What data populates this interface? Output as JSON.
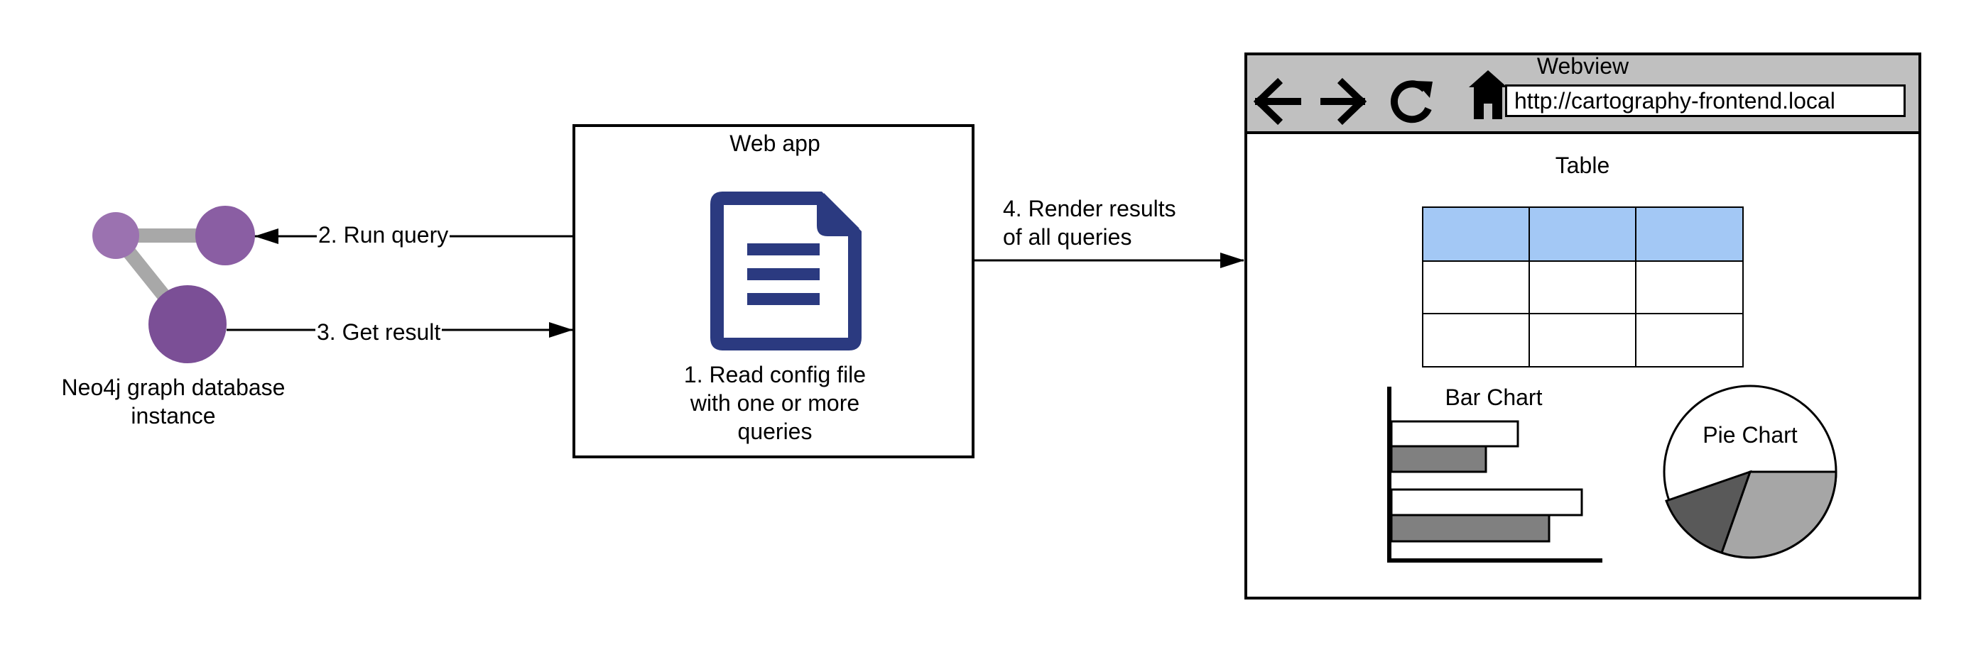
{
  "colors": {
    "neo4j_node_light": "#9b72b0",
    "neo4j_node_mid": "#8a5ea3",
    "neo4j_node_dark": "#7b4f96",
    "neo4j_edge": "#a8a8a8",
    "document_icon": "#2b3a80",
    "browser_toolbar": "#c0c0c0",
    "table_header": "#a3c8f5",
    "bar_dark": "#808080",
    "pie_dark": "#595959",
    "pie_light": "#a6a6a6"
  },
  "neo4j": {
    "label_line1": "Neo4j graph database",
    "label_line2": "instance",
    "icon": "graph-nodes-icon"
  },
  "arrows": {
    "run_query": "2. Run query",
    "get_result": "3. Get result",
    "render_line1": "4. Render results",
    "render_line2": "of all queries"
  },
  "webapp": {
    "title": "Web app",
    "icon": "document-icon",
    "caption_line1": "1. Read config file",
    "caption_line2": "with one or more",
    "caption_line3": "queries"
  },
  "webview": {
    "title": "Webview",
    "url": "http://cartography-frontend.local",
    "nav_icons": [
      "back-arrow-icon",
      "forward-arrow-icon",
      "refresh-icon",
      "home-icon"
    ],
    "table_label": "Table",
    "table_rows": 3,
    "table_cols": 3,
    "bar_chart_label": "Bar Chart",
    "pie_chart_label": "Pie Chart"
  }
}
